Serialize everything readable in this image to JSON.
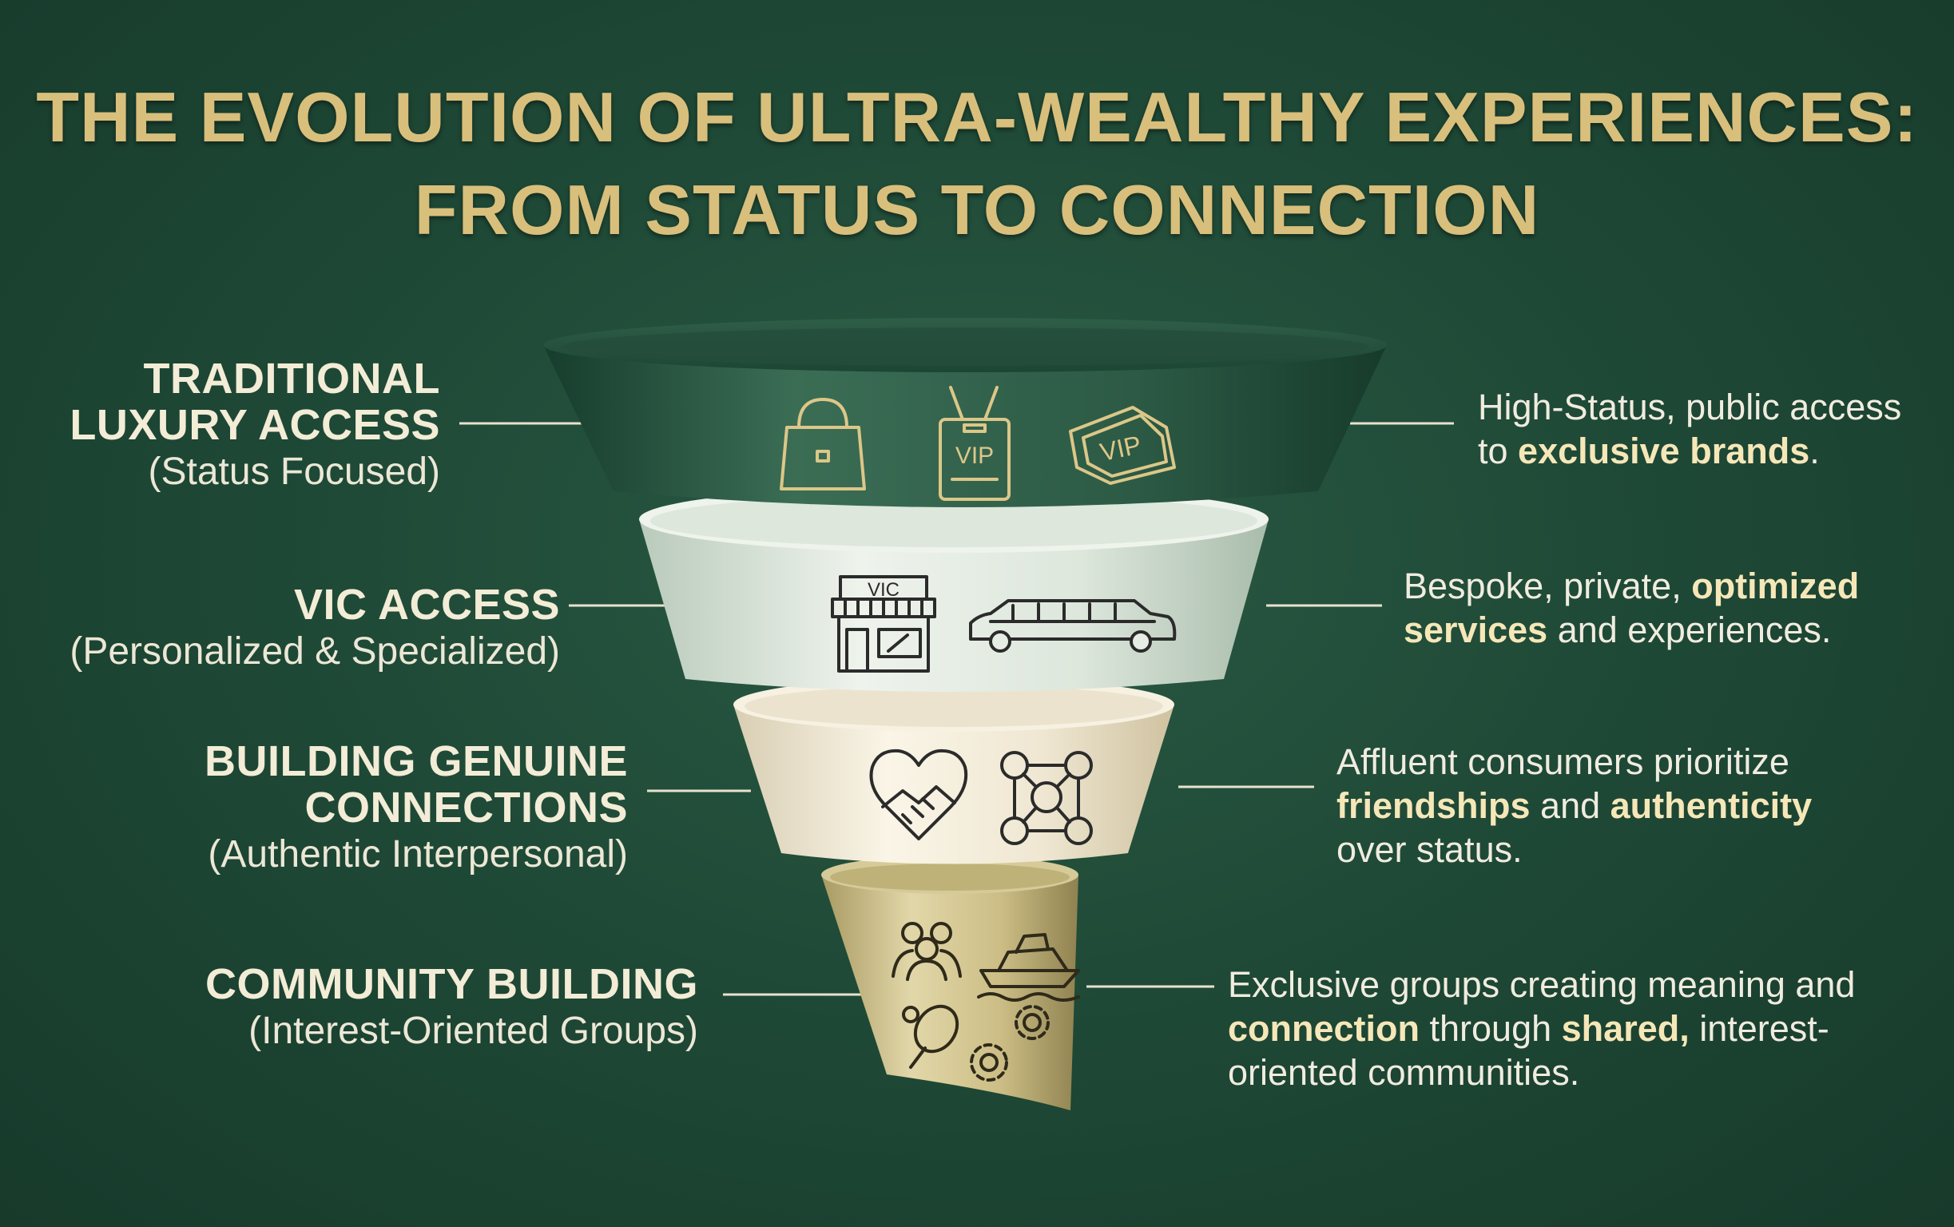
{
  "title": {
    "line1": "THE EVOLUTION OF ULTRA-WEALTHY EXPERIENCES:",
    "line2": "FROM STATUS TO CONNECTION"
  },
  "colors": {
    "background": "#1f4a37",
    "gold": "#d8bf7c",
    "text": "#f0ecdf",
    "tier1": "#234f3c",
    "tier2": "#dfe8df",
    "tier3": "#efe8d6",
    "tier4": "#c7b77e"
  },
  "tiers": [
    {
      "label_line1": "TRADITIONAL",
      "label_line2": "LUXURY ACCESS",
      "sub": "(Status Focused)",
      "desc_parts": [
        {
          "t": "High-Status, public access",
          "b": false
        },
        {
          "t": "\n",
          "b": false
        },
        {
          "t": "to ",
          "b": false
        },
        {
          "t": "exclusive brands",
          "b": true
        },
        {
          "t": ".",
          "b": false
        }
      ],
      "icons": [
        {
          "name": "handbag-icon"
        },
        {
          "name": "vip-badge-icon",
          "text": "VIP"
        },
        {
          "name": "vip-ticket-icon",
          "text": "VIP"
        }
      ]
    },
    {
      "label_line1": "VIC ACCESS",
      "label_line2": "",
      "sub": "(Personalized & Specialized)",
      "desc_parts": [
        {
          "t": "Bespoke, private, ",
          "b": false
        },
        {
          "t": "optimized",
          "b": true
        },
        {
          "t": "\n",
          "b": false
        },
        {
          "t": "services",
          "b": true
        },
        {
          "t": " and experiences.",
          "b": false
        }
      ],
      "icons": [
        {
          "name": "vic-storefront-icon",
          "text": "VIC"
        },
        {
          "name": "limousine-icon"
        }
      ]
    },
    {
      "label_line1": "BUILDING GENUINE",
      "label_line2": "CONNECTIONS",
      "sub": "(Authentic Interpersonal)",
      "desc_parts": [
        {
          "t": "Affluent consumers prioritize",
          "b": false
        },
        {
          "t": "\n",
          "b": false
        },
        {
          "t": "friendships",
          "b": true
        },
        {
          "t": " and ",
          "b": false
        },
        {
          "t": "authenticity",
          "b": true
        },
        {
          "t": "\n",
          "b": false
        },
        {
          "t": "over status.",
          "b": false
        }
      ],
      "icons": [
        {
          "name": "heart-handshake-icon"
        },
        {
          "name": "people-network-icon"
        }
      ]
    },
    {
      "label_line1": "COMMUNITY BUILDING",
      "label_line2": "",
      "sub": "(Interest-Oriented Groups)",
      "desc_parts": [
        {
          "t": "Exclusive groups creating meaning and",
          "b": false
        },
        {
          "t": "\n",
          "b": false
        },
        {
          "t": "connection",
          "b": true
        },
        {
          "t": " through ",
          "b": false
        },
        {
          "t": "shared,",
          "b": true
        },
        {
          "t": " interest-",
          "b": false
        },
        {
          "t": "\n",
          "b": false
        },
        {
          "t": "oriented communities.",
          "b": false
        }
      ],
      "icons": [
        {
          "name": "group-icon"
        },
        {
          "name": "yacht-icon"
        },
        {
          "name": "tennis-icon"
        },
        {
          "name": "gears-icon"
        }
      ]
    }
  ]
}
